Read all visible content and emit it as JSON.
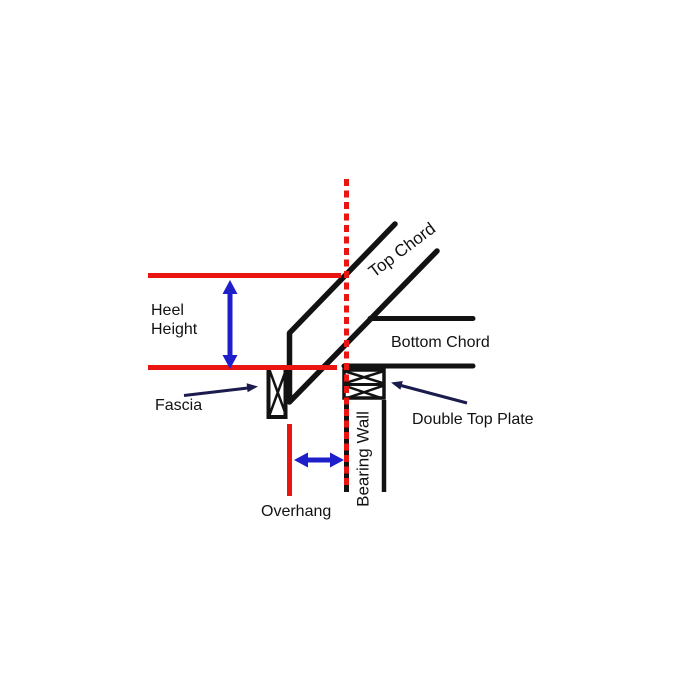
{
  "labels": {
    "heel_height": "Heel\nHeight",
    "top_chord": "Top Chord",
    "bottom_chord": "Bottom Chord",
    "fascia": "Fascia",
    "double_top_plate": "Double Top Plate",
    "overhang": "Overhang",
    "bearing_wall": "Bearing Wall"
  },
  "colors": {
    "background": "#ffffff",
    "line_black": "#121212",
    "dimension_red": "#ea1510",
    "arrow_blue": "#1e1ecb",
    "pointer_navy": "#1b1b4e"
  }
}
